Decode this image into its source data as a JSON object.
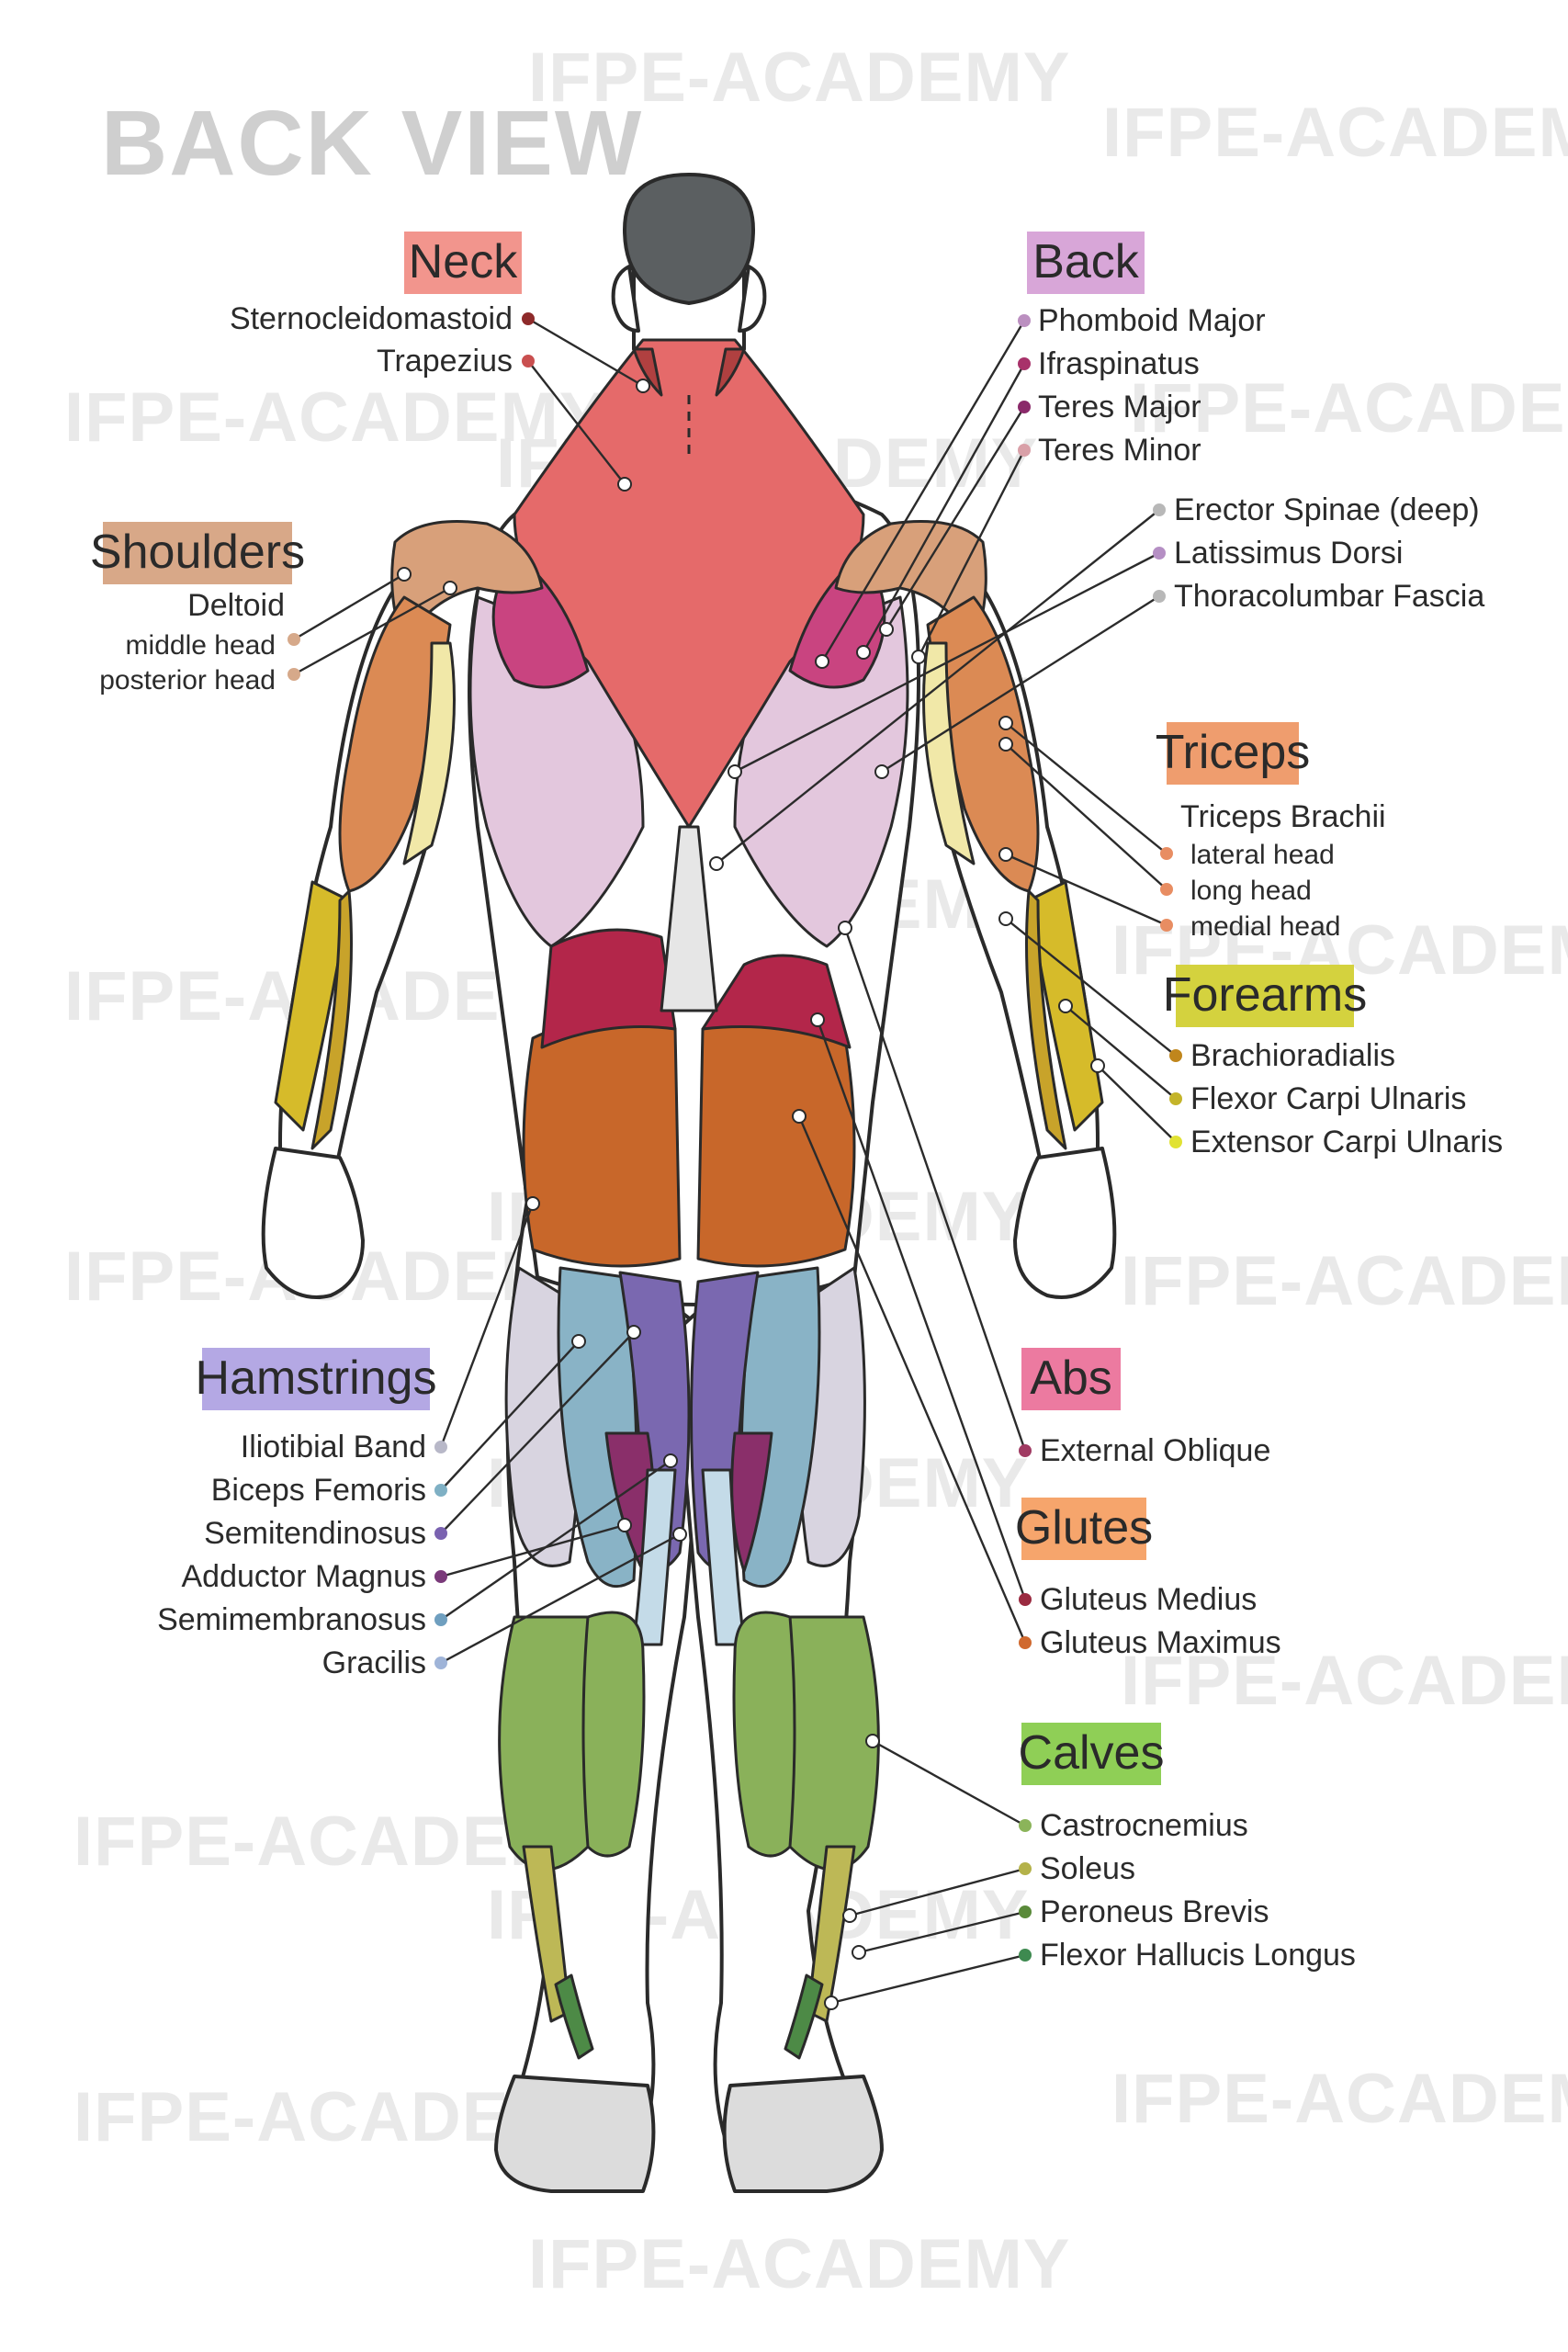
{
  "title": "BACK VIEW",
  "watermark": "IFPE-ACADEMY",
  "groups": {
    "neck": {
      "name": "Neck",
      "color": "#f2958d",
      "items": [
        "Sternocleidomastoid",
        "Trapezius"
      ]
    },
    "back": {
      "name": "Back",
      "color": "#d8a6d8",
      "items": [
        "Phomboid Major",
        "Ifraspinatus",
        "Teres Major",
        "Teres Minor",
        "Erector Spinae (deep)",
        "Latissimus Dorsi",
        "Thoracolumbar Fascia"
      ]
    },
    "shoulders": {
      "name": "Shoulders",
      "color": "#d8a888",
      "items": [
        "Deltoid",
        "middle head",
        "posterior head"
      ]
    },
    "triceps": {
      "name": "Triceps",
      "color": "#ef9d6e",
      "items": [
        "Triceps Brachii",
        "lateral head",
        "long head",
        "medial head"
      ]
    },
    "forearms": {
      "name": "Forearms",
      "color": "#d4d23e",
      "items": [
        "Brachioradialis",
        "Flexor Carpi Ulnaris",
        "Extensor Carpi Ulnaris"
      ]
    },
    "hamstrings": {
      "name": "Hamstrings",
      "color": "#b4a8e4",
      "items": [
        "Iliotibial Band",
        "Biceps Femoris",
        "Semitendinosus",
        "Adductor Magnus",
        "Semimembranosus",
        "Gracilis"
      ]
    },
    "abs": {
      "name": "Abs",
      "color": "#ec7aa0",
      "items": [
        "External Oblique"
      ]
    },
    "glutes": {
      "name": "Glutes",
      "color": "#f6a56c",
      "items": [
        "Gluteus Medius",
        "Gluteus Maximus"
      ]
    },
    "calves": {
      "name": "Calves",
      "color": "#8fcf56",
      "items": [
        "Castrocnemius",
        "Soleus",
        "Peroneus Brevis",
        "Flexor Hallucis Longus"
      ]
    }
  },
  "dot_colors": {
    "neck": [
      "#8e2a2a",
      "#c94f4f"
    ],
    "back": [
      "#bb8fc0",
      "#a8326a",
      "#8a2a6a",
      "#d9a0a8",
      "#b8b8b8",
      "#b58fc4",
      "#b8b8b8"
    ],
    "shoulders": [
      "#d6a98a",
      "#d6a98a"
    ],
    "triceps": [
      "#e88d62",
      "#e88d62",
      "#e88d62"
    ],
    "forearms": [
      "#c0861c",
      "#c4b42a",
      "#e1e233"
    ],
    "hamstrings": [
      "#b8b8c8",
      "#7fb0c4",
      "#7a62b0",
      "#7a3a7a",
      "#6f9fbf",
      "#9fb4d8"
    ],
    "abs": [
      "#a03a62"
    ],
    "glutes": [
      "#9a2a40",
      "#d0692e"
    ],
    "calves": [
      "#8bb45a",
      "#b4b24a",
      "#5a8a3a",
      "#3e8a50"
    ]
  }
}
